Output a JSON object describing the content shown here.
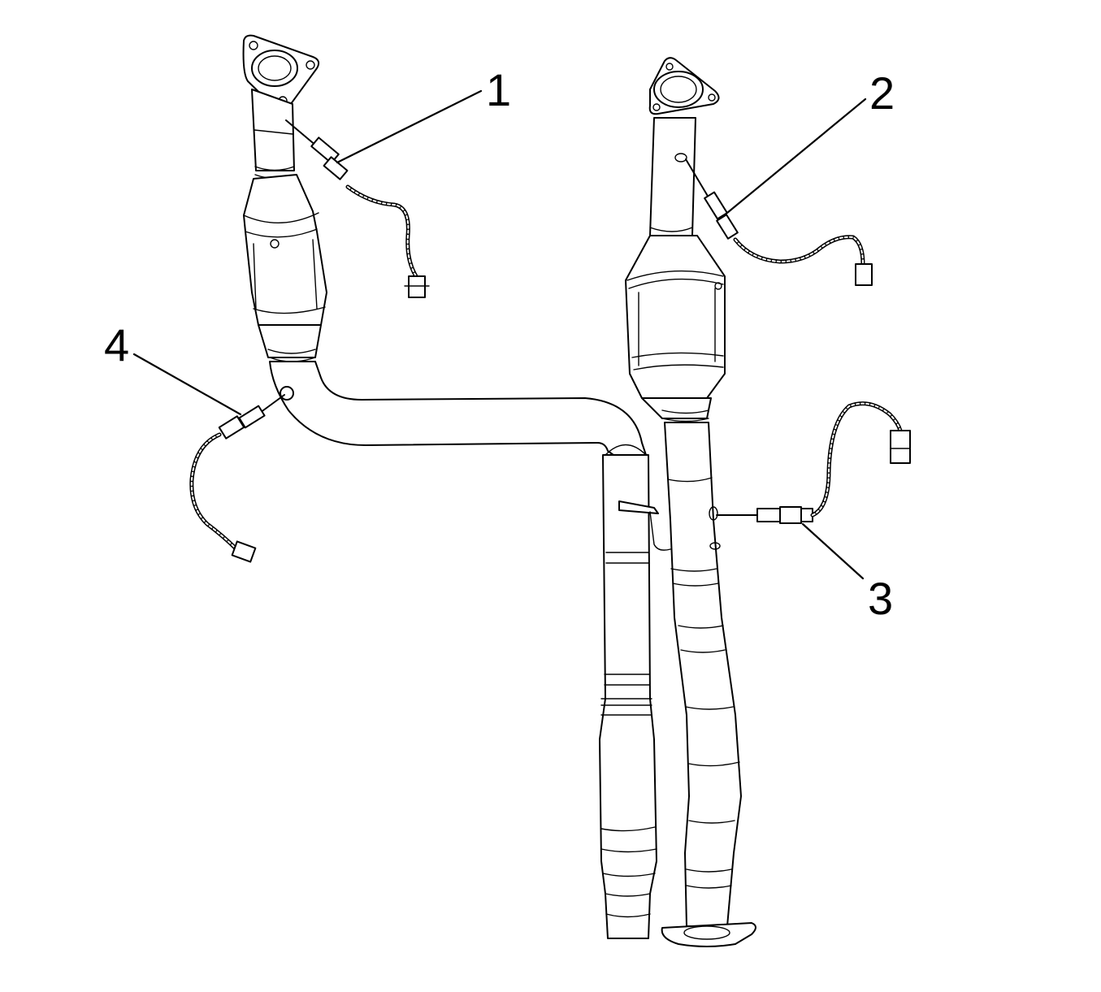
{
  "callouts": [
    {
      "number": "1",
      "part": "oxygen-sensor"
    },
    {
      "number": "2",
      "part": "oxygen-sensor"
    },
    {
      "number": "3",
      "part": "oxygen-sensor"
    },
    {
      "number": "4",
      "part": "oxygen-sensor"
    }
  ],
  "colors": {
    "line": "#000000",
    "background": "#ffffff"
  }
}
